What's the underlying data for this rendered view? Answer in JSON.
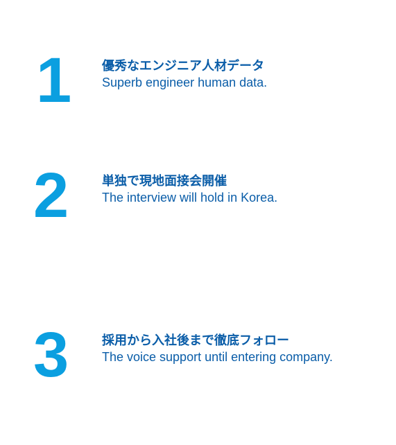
{
  "features": [
    {
      "number": "1",
      "title_ja": "優秀なエンジニア人材データ",
      "subtitle_en": "Superb engineer human data."
    },
    {
      "number": "2",
      "title_ja": "単独で現地面接会開催",
      "subtitle_en": "The interview will hold in Korea."
    },
    {
      "number": "3",
      "title_ja": "採用から入社後まで徹底フォロー",
      "subtitle_en": "The voice support until entering company."
    }
  ],
  "colors": {
    "number": "#0b9fe0",
    "text": "#0a5da8",
    "background": "#ffffff"
  }
}
